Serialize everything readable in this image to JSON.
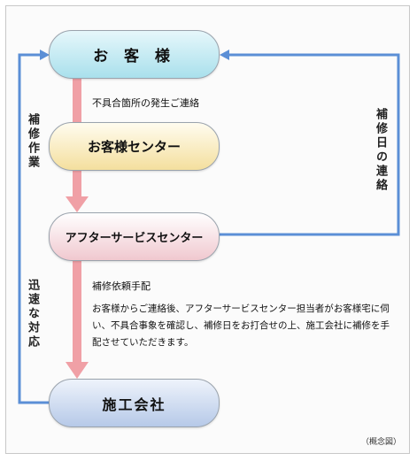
{
  "nodes": {
    "customer": "お 客 様",
    "customer_center": "お客様センター",
    "after_service_center": "アフターサービスセンター",
    "contractor": "施工会社"
  },
  "labels": {
    "defect_report": "不具合箇所の発生ご連絡",
    "repair_request": "補修依頼手配",
    "repair_work": "補修作業",
    "prompt_response": "迅速な対応",
    "repair_date_contact": "補修日の連絡"
  },
  "description": "お客様からご連絡後、アフターサービスセンター担当者がお客様宅に伺い、不具合事象を確認し、補修日をお打合せの上、施工会社に補修を手配させていただきます。",
  "note": "（概念図）",
  "colors": {
    "down_arrow": "#f0a0a6",
    "feedback_line": "#5b8fd6"
  }
}
